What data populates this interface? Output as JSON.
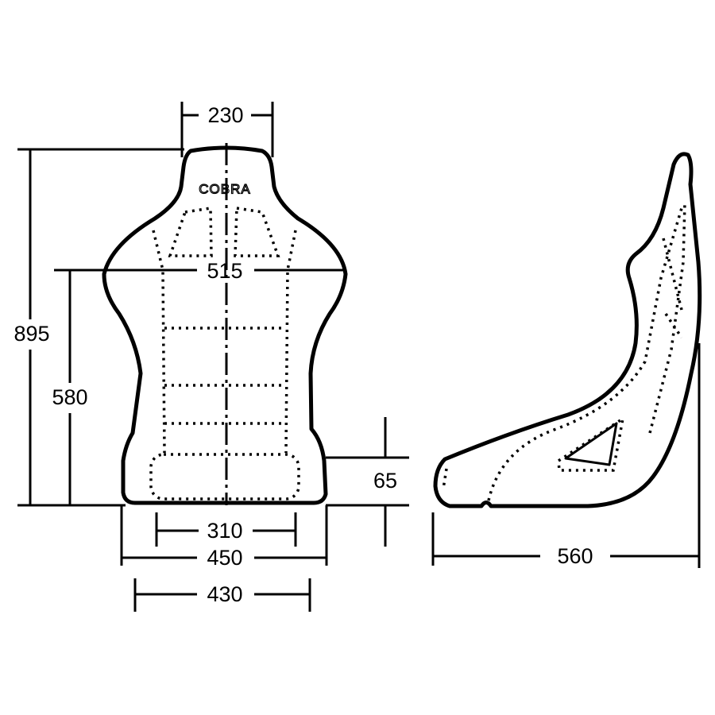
{
  "brand_logo": "COBRA",
  "dimensions": {
    "head_width": "230",
    "total_height": "895",
    "shoulder_width": "515",
    "shoulder_height": "580",
    "side_height": "65",
    "inner_base_width": "310",
    "outer_width": "450",
    "base_width": "430",
    "depth": "560"
  }
}
